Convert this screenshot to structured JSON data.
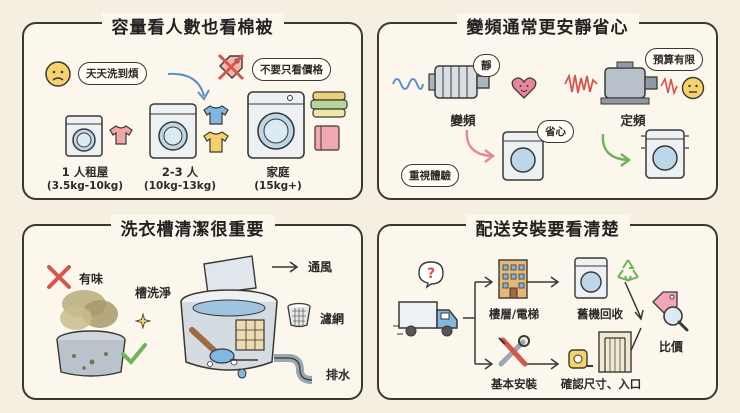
{
  "panels": {
    "capacity": {
      "title": "容量看人數也看棉被",
      "bubble_tired": "天天洗到煩",
      "bubble_not_price": "不要只看價格",
      "items": [
        {
          "label": "1 人租屋",
          "range": "(3.5kg-10kg)"
        },
        {
          "label": "2-3 人",
          "range": "(10kg-13kg)"
        },
        {
          "label": "家庭",
          "range": "(15kg+)"
        }
      ]
    },
    "inverter": {
      "title": "變頻通常更安靜省心",
      "bubble_quiet": "靜",
      "label_inverter": "變頻",
      "bubble_save": "省心",
      "bubble_experience": "重視體驗",
      "bubble_budget": "預算有限",
      "label_fixed": "定頻"
    },
    "cleaning": {
      "title": "洗衣槽清潔很重要",
      "label_smell": "有味",
      "label_tub_clean": "槽洗淨",
      "label_vent": "通風",
      "label_filter": "濾網",
      "label_drain": "排水"
    },
    "delivery": {
      "title": "配送安裝要看清楚",
      "label_floor": "樓層/電梯",
      "label_recycle": "舊機回收",
      "label_compare": "比價",
      "label_install": "基本安裝",
      "label_measure": "確認尺寸、入口"
    }
  },
  "colors": {
    "background": "#f5efe1",
    "outline": "#3b3834",
    "accent_red": "#d9534f",
    "accent_green": "#6fb25a",
    "accent_blue": "#5c8fc7",
    "accent_pink": "#e7879c"
  }
}
